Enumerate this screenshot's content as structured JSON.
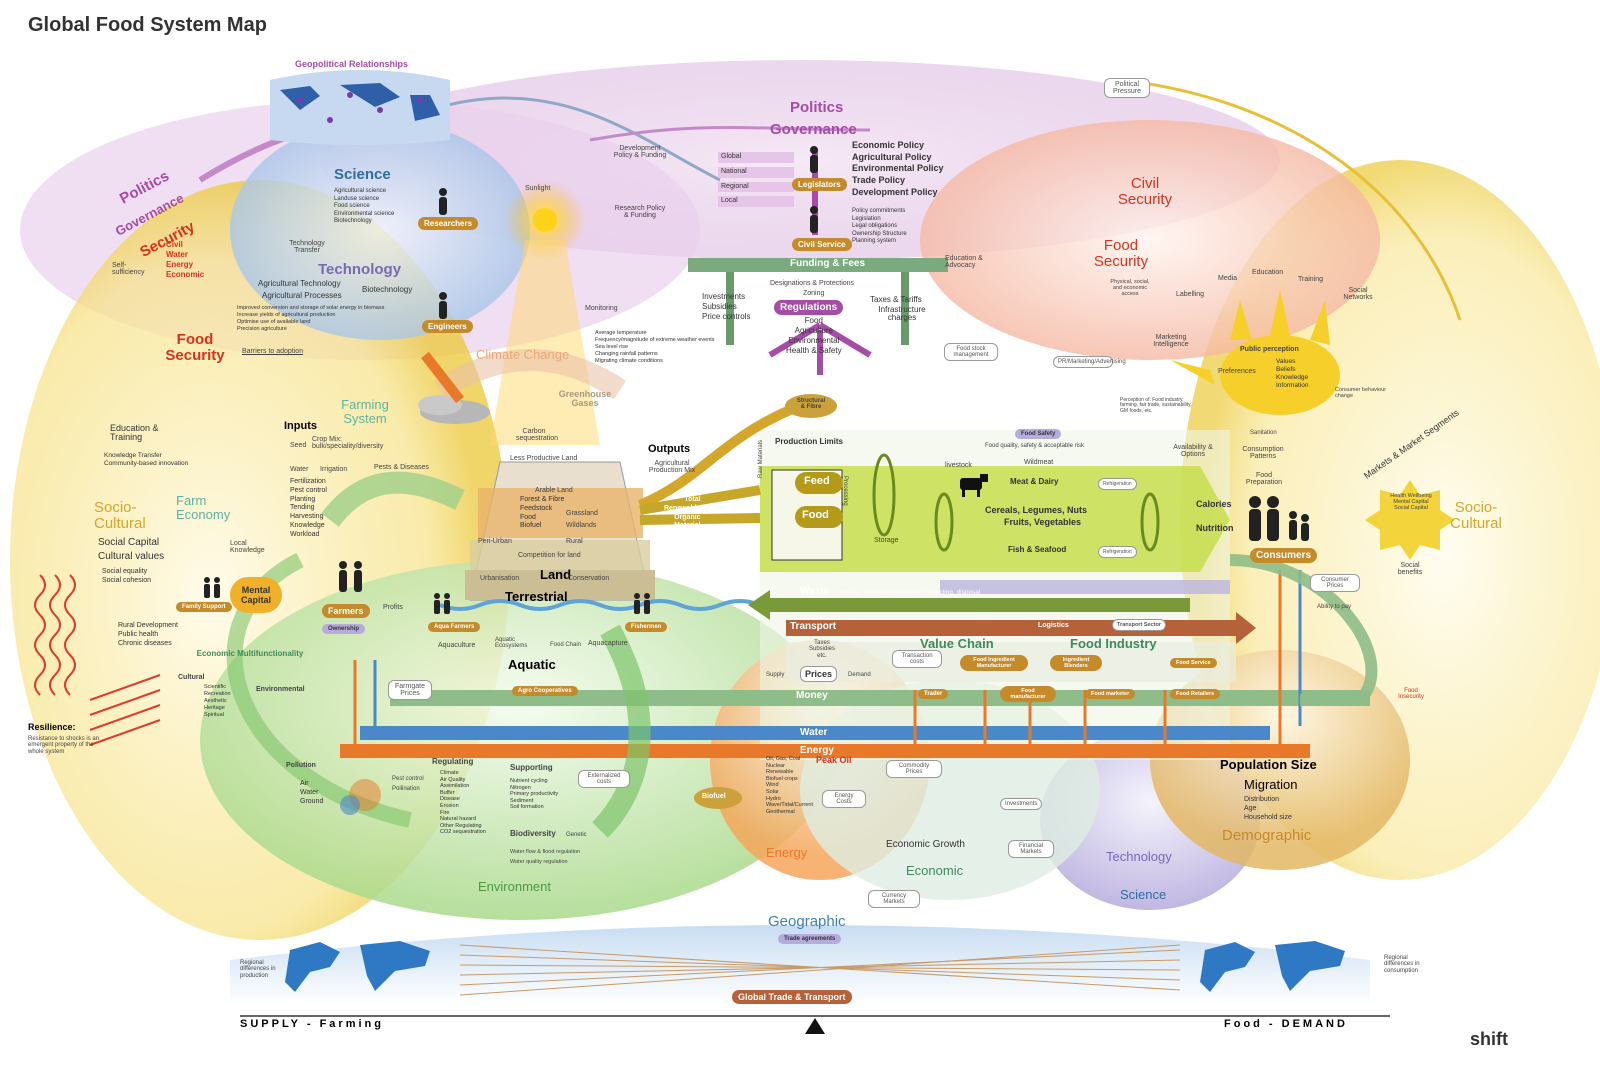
{
  "title": "Global Food System Map",
  "top": {
    "geopolitical": "Geopolitical Relationships",
    "political_pressure": "Political Pressure",
    "politics": "Politics",
    "governance": "Governance",
    "dev_policy": "Development Policy & Funding",
    "research_policy": "Research Policy & Funding",
    "sunlight": "Sunlight",
    "monitoring": "Monitoring",
    "levels": [
      "Global",
      "National",
      "Regional",
      "Local"
    ],
    "legislators": "Legislators",
    "civil_service": "Civil Service",
    "policies": [
      "Economic Policy",
      "Agricultural Policy",
      "Environmental Policy",
      "Trade Policy",
      "Development Policy"
    ],
    "policy_small": [
      "Policy commitments",
      "Legislation",
      "Legal obligations",
      "Ownership Structure",
      "Planning system"
    ],
    "funding": "Funding & Fees",
    "designations": "Designations & Protections",
    "zoning": "Zoning",
    "investments": "Investments",
    "subsidies": "Subsidies",
    "price_controls": "Price controls",
    "regulations": "Regulations",
    "reg_items": [
      "Food",
      "Agriculture",
      "Environmental",
      "Health & Safety"
    ],
    "taxes": "Taxes & Tariffs",
    "infrastructure": "Infrastructure charges",
    "education_advocacy": "Education & Advocacy",
    "climate_notes": [
      "Average temperature",
      "Frequency/magnitude of extreme weather events",
      "Sea level rise",
      "Changing rainfall patterns",
      "Migrating climate conditions"
    ]
  },
  "left": {
    "politics": "Politics",
    "governance": "Governance",
    "security": "Security",
    "self_sufficiency": "Self-sufficiency",
    "security_types": [
      "Civil",
      "Water",
      "Energy",
      "Economic"
    ],
    "science": "Science",
    "science_items": [
      "Agricultural science",
      "Landuse science",
      "Food science",
      "Environmental science",
      "Biotechnology"
    ],
    "researchers": "Researchers",
    "tech_transfer": "Technology Transfer",
    "technology": "Technology",
    "agri_tech": "Agricultural Technology",
    "agri_proc": "Agricultural Processes",
    "biotech": "Biotechnology",
    "tech_items": [
      "Improved conversion and storage of solar energy in biomass",
      "Increase yields of agricultural production",
      "Optimise use of available land",
      "Precision agriculture"
    ],
    "engineers": "Engineers",
    "food_security": "Food Security",
    "barriers": "Barriers to adoption",
    "education": "Education & Training",
    "edu_items": [
      "Knowledge Transfer",
      "Community-based innovation"
    ],
    "socio": "Socio-Cultural",
    "farm_economy": "Farm Economy",
    "social_capital": "Social Capital",
    "cultural_values": "Cultural values",
    "social_items": [
      "Social equality",
      "Social cohesion"
    ],
    "local_knowledge": "Local Knowledge",
    "mental_capital": "Mental Capital",
    "family_support": "Family Support",
    "rural": [
      "Rural Development",
      "Public health",
      "Chronic diseases"
    ],
    "multifunc": "Economic Multifunctionality",
    "cultural": "Cultural",
    "cultural_items": [
      "Scientific",
      "Recreation",
      "Aesthetic",
      "Heritage",
      "Spiritual"
    ],
    "environmental": "Environmental",
    "resilience": "Resilience:",
    "resilience_text": "Resistance to shocks is an emergent property of the whole system"
  },
  "farming": {
    "farming_system": "Farming System",
    "inputs": "Inputs",
    "seed": "Seed",
    "crop_mix": "Crop Mix: bulk/speciality/diversity",
    "water": "Water",
    "irrigation": "Irrigation",
    "pests": "Pests & Diseases",
    "input_items": [
      "Fertilization",
      "Pest control",
      "Planting",
      "Tending",
      "Harvesting",
      "Knowledge",
      "Workload"
    ],
    "farmers": "Farmers",
    "ownership": "Ownership",
    "profits": "Profits",
    "climate_change": "Climate Change",
    "greenhouse": "Greenhouse Gases",
    "carbon": "Carbon sequestration",
    "less_productive": "Less Productive Land",
    "arable": "Arable Land",
    "land_types": [
      "Forest & Fibre",
      "Feedstock",
      "Food",
      "Biofuel"
    ],
    "grassland": "Grassland",
    "wildlands": "Wildlands",
    "peri_urban": "Peri-Urban",
    "rural": "Rural",
    "competition": "Competition for land",
    "urbanisation": "Urbanisation",
    "land": "Land",
    "conservation": "Conservation",
    "terrestrial": "Terrestrial",
    "outputs": "Outputs",
    "output_sub": "Agricultural Production Mix",
    "output_types": [
      "Total",
      "Renewable",
      "Organic",
      "Material"
    ],
    "aqua_farmers": "Aqua Farmers",
    "fishermen": "Fishermen",
    "aquaculture": "Aquaculture",
    "aquatic_eco": "Aquatic Ecosystems",
    "food_chain": "Food Chain",
    "aquacapture": "Aquacapture",
    "aquatic": "Aquatic",
    "farmgate": "Farmgate Prices",
    "agro_coop": "Agro Cooperatives"
  },
  "industry": {
    "structural": "Structural & Fibre",
    "production_limits": "Production Limits",
    "raw_materials": "Raw Materials",
    "processing": "Processing",
    "feed": "Feed",
    "food": "Food",
    "storage": "Storage",
    "livestock": "livestock",
    "wildmeat": "Wildmeat",
    "meat": "Meat & Dairy",
    "refrigeration": "Refrigeration",
    "cereals": "Cereals, Legumes, Nuts",
    "fruits": "Fruits, Vegetables",
    "fish": "Fish & Seafood",
    "food_safety": "Food Safety",
    "food_quality": "Food quality, safety & acceptable risk",
    "sanitation": "Sanitation",
    "food_stock": "Food stock management",
    "waste": "Waste",
    "waste_sub": "re-use, by-product utilization, recycling, disposal",
    "transport": "Transport",
    "logistics": "Logistics",
    "transport_sector": "Transport Sector",
    "value_chain": "Value Chain",
    "food_industry": "Food Industry",
    "taxes": "Taxes Subsidies etc.",
    "supply": "Supply",
    "prices": "Prices",
    "demand": "Demand",
    "transaction": "Transaction costs",
    "ingredient_manu": "Food Ingredient Manufacturer",
    "ingredient_blend": "Ingredient Blenders",
    "food_service": "Food Service",
    "money": "Money",
    "trader": "Trader",
    "food_manu": "Food manufacturer",
    "food_marketer": "Food marketer",
    "food_retailers": "Food Retailers",
    "water": "Water",
    "energy": "Energy"
  },
  "right": {
    "civil_security": "Civil Security",
    "food_security": "Food Security",
    "fs_access": "Physical, social, and economic access",
    "labelling": "Labelling",
    "media": "Media",
    "education": "Education",
    "training": "Training",
    "social_networks": "Social Networks",
    "marketing_intel": "Marketing Intelligence",
    "pr": "PR/Marketing/Advertising",
    "public_perception": "Public perception",
    "preferences": "Preferences",
    "values": "Values",
    "beliefs": "Beliefs",
    "knowledge": "Knowledge",
    "information": "Information",
    "perception_note": "Perception of: Food industry, farming, fair trade, sustainability, GM foods, etc.",
    "consumer_behaviour": "Consumer behaviour change",
    "markets": "Markets & Market Segments",
    "availability": "Availability & Options",
    "consumption": "Consumption Patterns",
    "food_prep": "Food Preparation",
    "calories": "Calories",
    "nutrition": "Nutrition",
    "consumers": "Consumers",
    "health": "Health Wellbeing Mental Capital Social Capital",
    "socio": "Socio-Cultural",
    "social_benefits": "Social benefits",
    "consumer_prices": "Consumer Prices",
    "ability_pay": "Ability to pay",
    "food_insecurity": "Food Insecurity",
    "population": "Population Size",
    "migration": "Migration",
    "demo_items": [
      "Distribution",
      "Age",
      "Household size"
    ],
    "demographic": "Demographic"
  },
  "bottom": {
    "pollution": "Pollution",
    "pollution_items": [
      "Air",
      "Water",
      "Ground"
    ],
    "pest_control": "Pest control",
    "pollination": "Pollination",
    "regulating": "Regulating",
    "regulating_items": [
      "Climate",
      "Air Quality",
      "Assimilation",
      "Buffer",
      "Disease",
      "Erosion",
      "Fire",
      "Natural hazard",
      "Other Regulating",
      "CO2 sequestration"
    ],
    "supporting": "Supporting",
    "supporting_items": [
      "Nutrient cycling",
      "Nitrogen",
      "Primary productivity",
      "Sediment",
      "Soil formation"
    ],
    "biodiversity": "Biodiversity",
    "genetic": "Genetic",
    "water_flow": "Water flow & flood regulation",
    "water_quality": "Water quality regulation",
    "externalized": "Externalized costs",
    "environment": "Environment",
    "biofuel": "Biofuel",
    "energy_sources": [
      "Oil, Gas, Coal",
      "Nuclear",
      "Renewable",
      "Biofuel crops",
      "Wind",
      "Solar",
      "Hydro",
      "Wave/Tidal/Current",
      "Geothermal"
    ],
    "peak_oil": "Peak Oil",
    "energy_costs": "Energy Costs",
    "energy": "Energy",
    "commodity": "Commodity Prices",
    "investments": "Investments",
    "financial": "Financial Markets",
    "economic_growth": "Economic Growth",
    "economic": "Economic",
    "currency": "Currency Markets",
    "technology": "Technology",
    "science": "Science",
    "geographic": "Geographic",
    "trade_agreements": "Trade agreements",
    "regional_prod": "Regional differences in production",
    "regional_cons": "Regional differences in consumption",
    "global_trade": "Global Trade & Transport",
    "supply_farming": "SUPPLY - Farming",
    "food_demand": "Food - DEMAND",
    "brand": "shift"
  },
  "colors": {
    "politics": "#a64ca6",
    "science": "#2e6da4",
    "technology": "#7b68b5",
    "security": "#d9321c",
    "socio": "#d4a62a",
    "farming": "#5fb3a0",
    "environment": "#4d9a40",
    "energy": "#e8782a",
    "economic": "#3f8a5a",
    "water": "#4a88c9",
    "waste": "#7a9a3a",
    "transport": "#b5623a",
    "geographic": "#3a7fc1",
    "food_band": "#a8c820"
  }
}
